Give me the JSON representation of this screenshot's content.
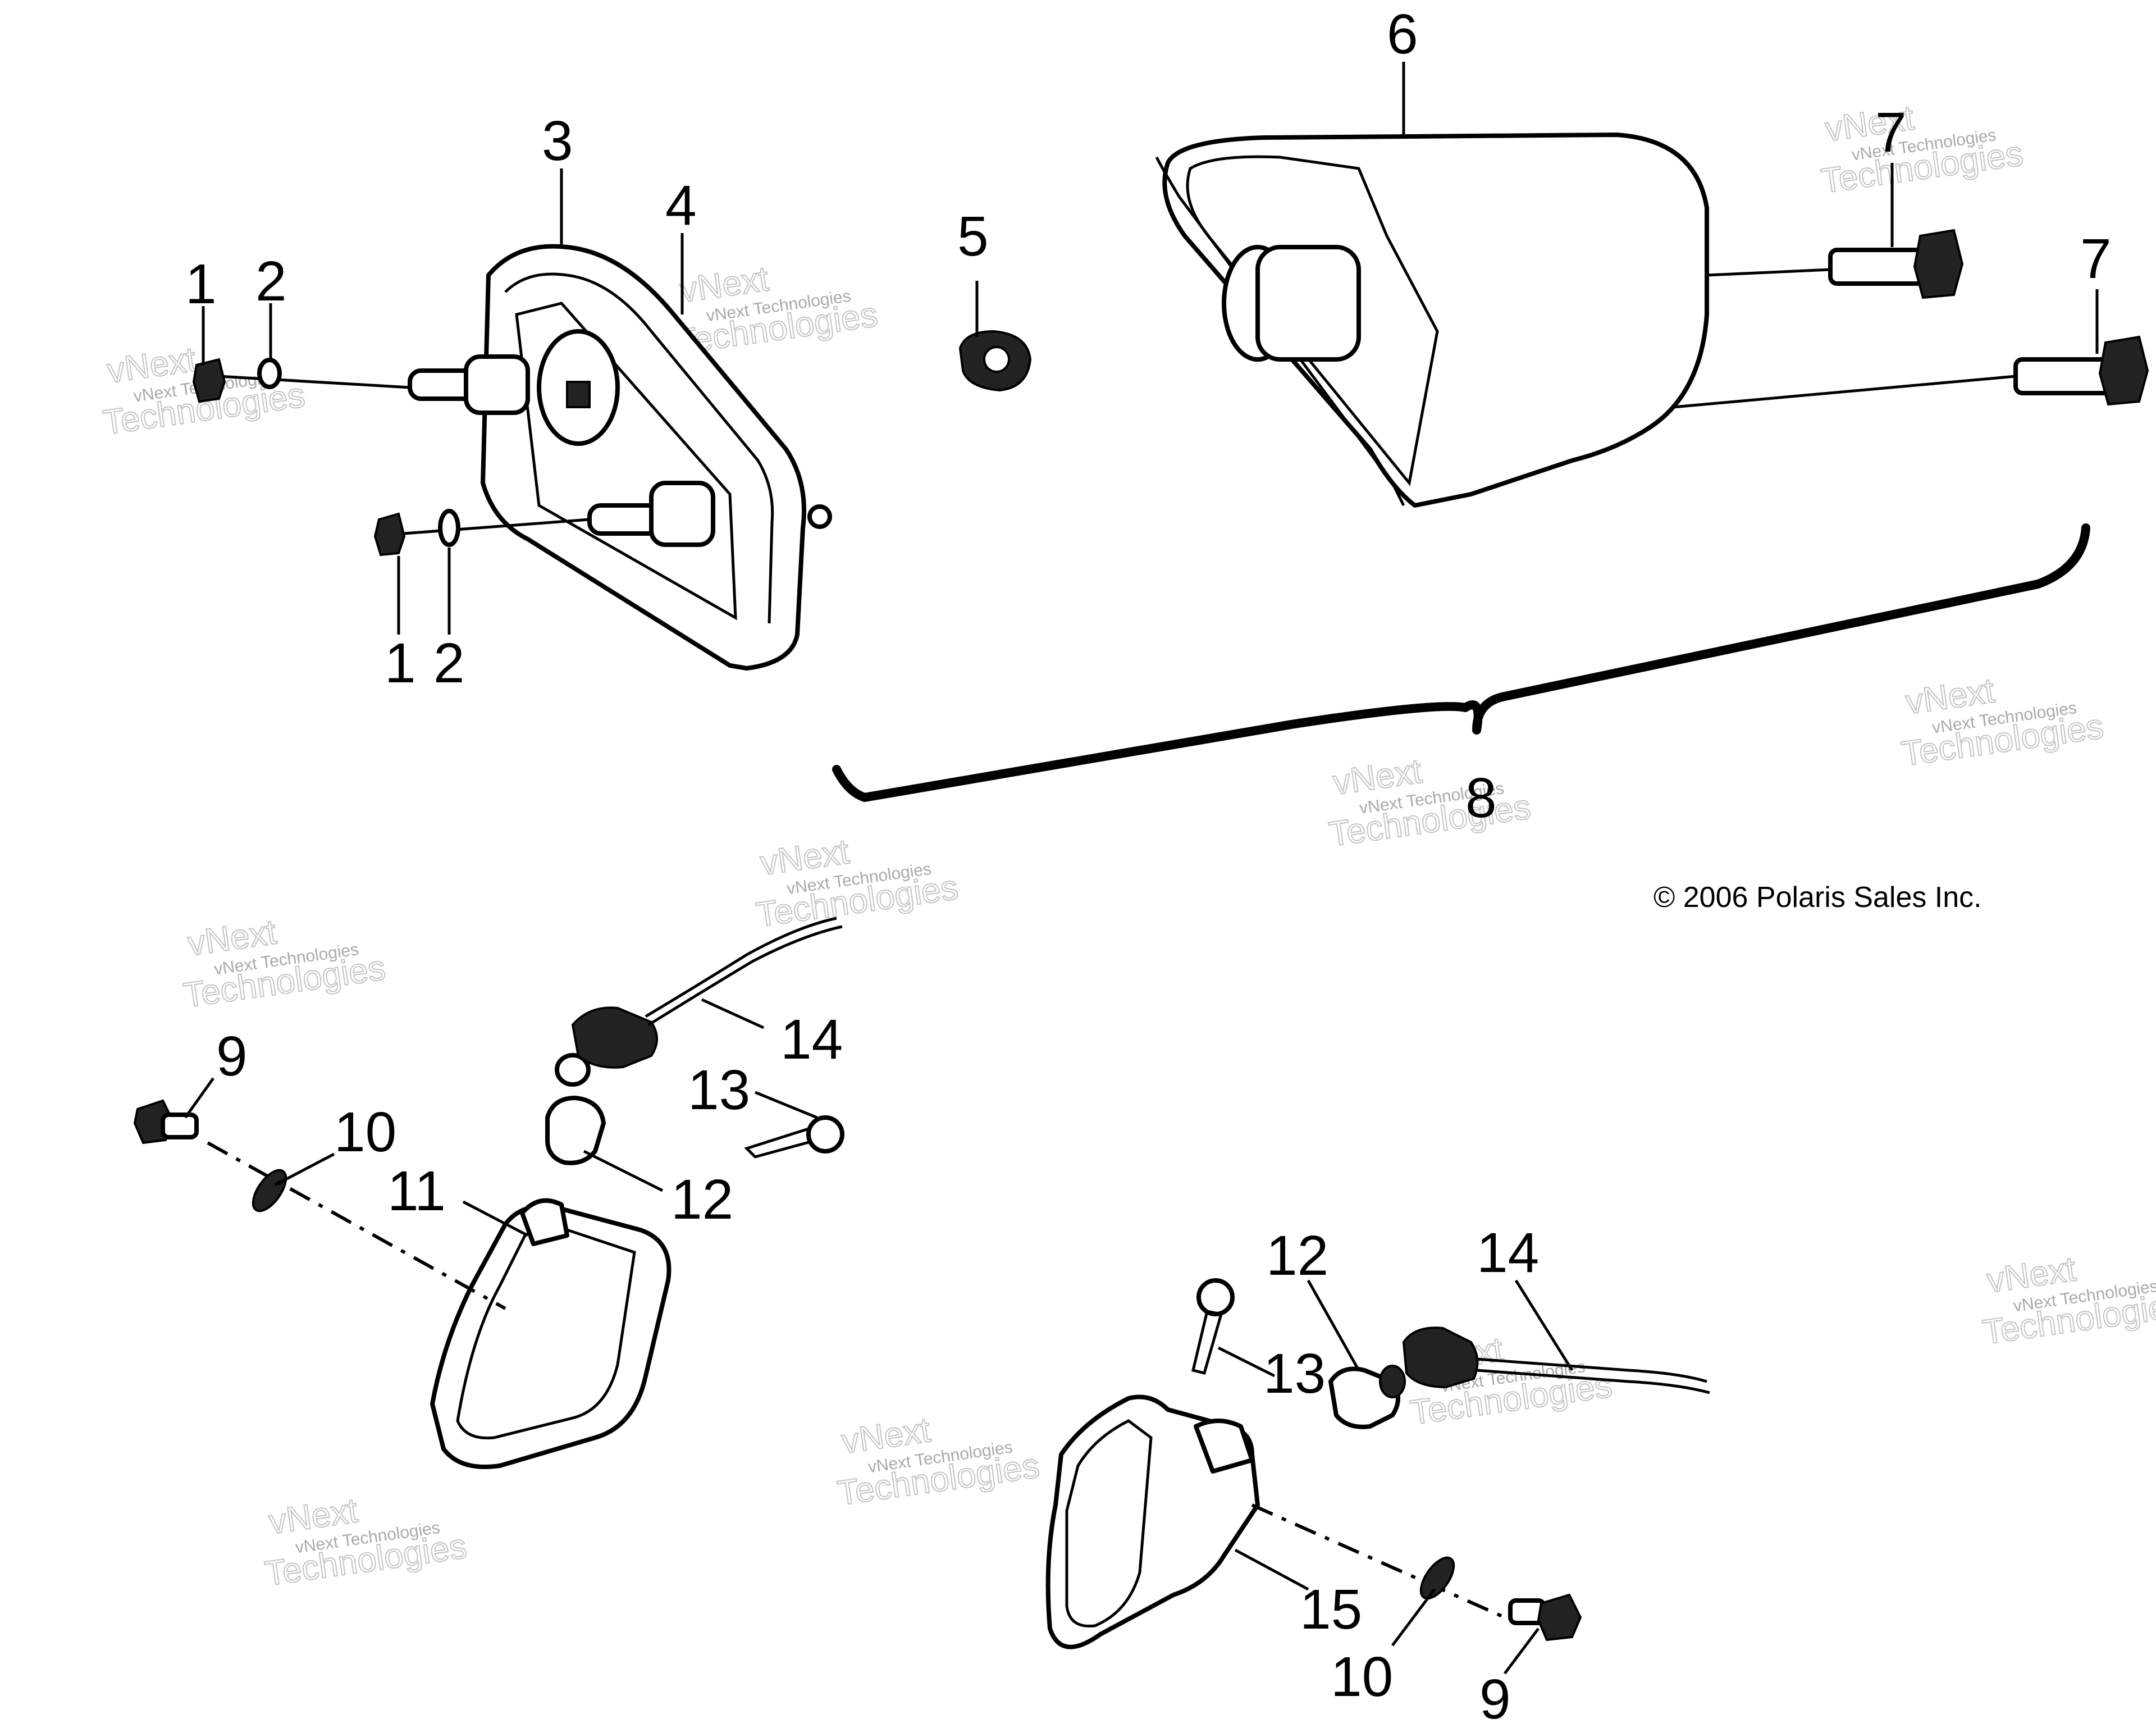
{
  "diagram": {
    "copyright": "© 2006 Polaris Sales Inc.",
    "watermark": {
      "line1": "vNext Technologies",
      "line2": "Technologies",
      "line3": "vNext"
    },
    "callouts": {
      "c1a": "1",
      "c2a": "2",
      "c1b": "1",
      "c2b": "2",
      "c3": "3",
      "c4": "4",
      "c5": "5",
      "c6": "6",
      "c7a": "7",
      "c7b": "7",
      "c8": "8",
      "c9a": "9",
      "c10a": "10",
      "c11": "11",
      "c12a": "12",
      "c13a": "13",
      "c14a": "14",
      "c12b": "12",
      "c13b": "13",
      "c14b": "14",
      "c15": "15",
      "c10b": "10",
      "c9b": "9"
    }
  }
}
